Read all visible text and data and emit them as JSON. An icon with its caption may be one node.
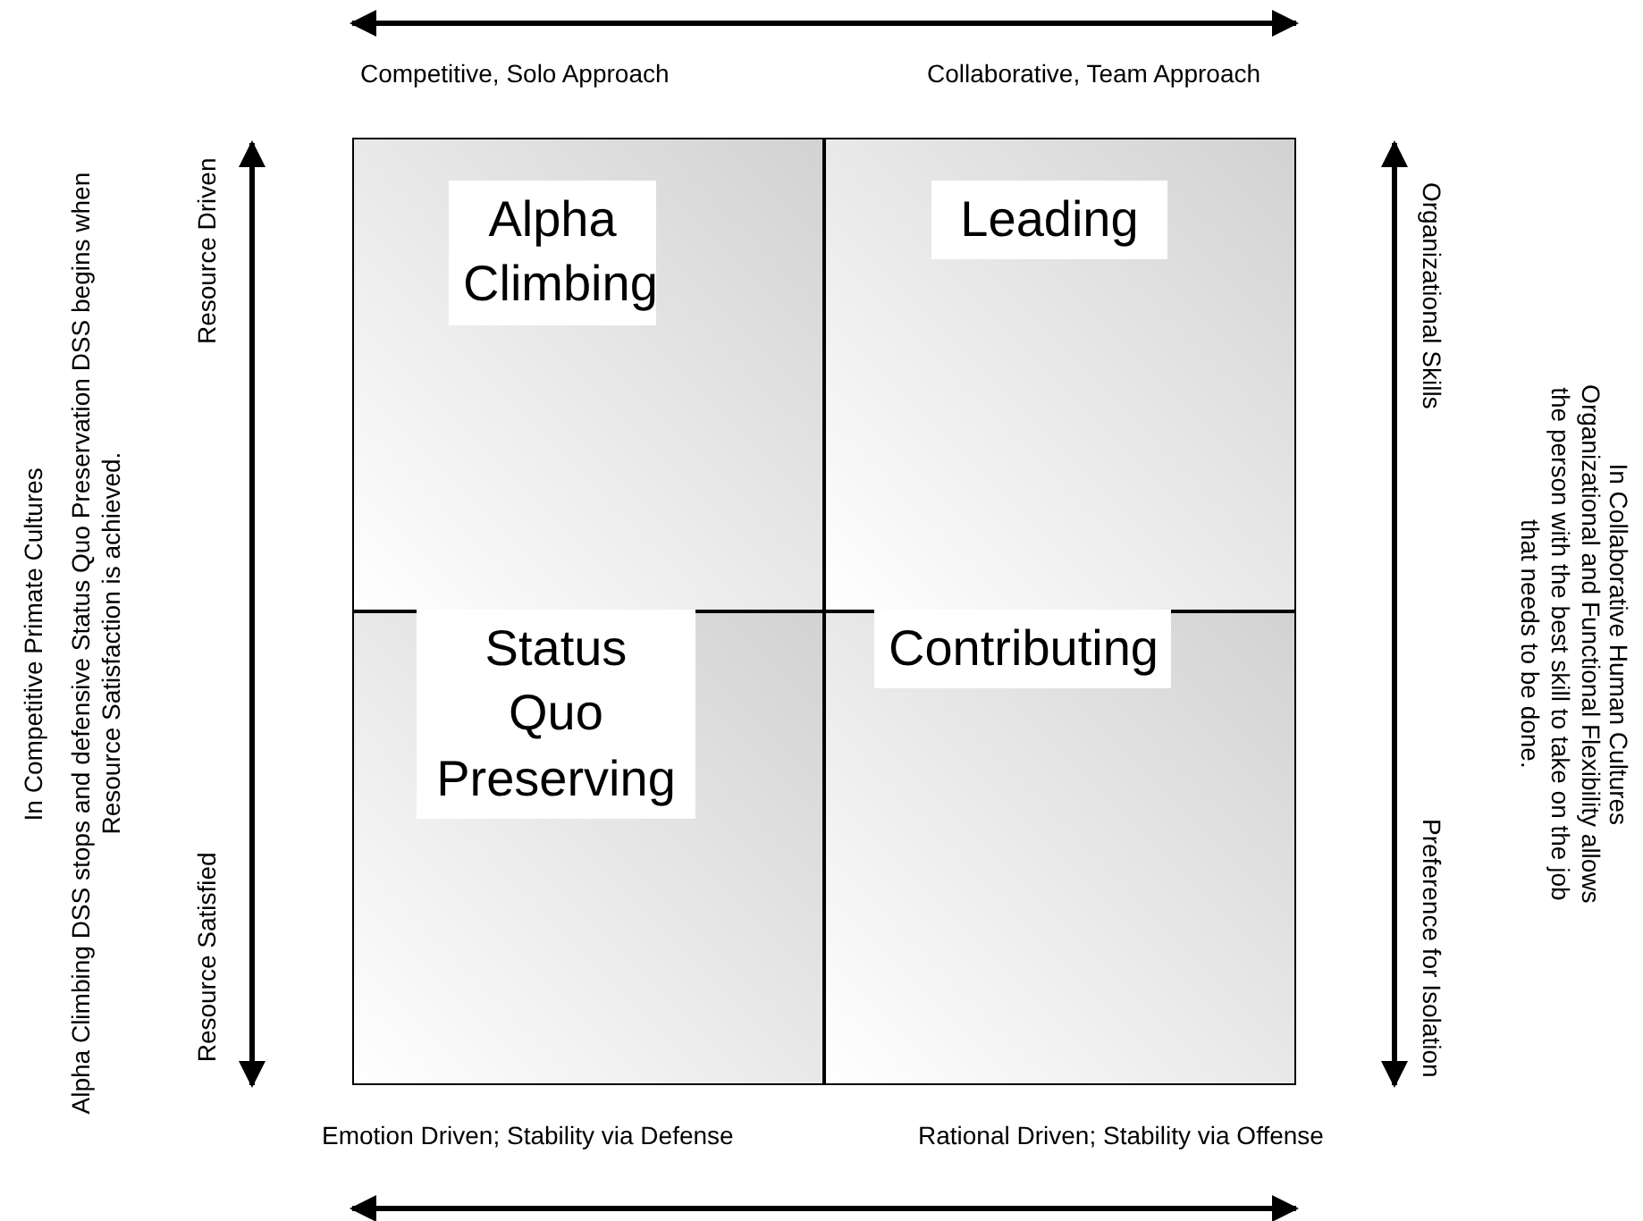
{
  "diagram": {
    "nodes": [
      {
        "text": [
          "Alpha Climbing"
        ]
      },
      {
        "text": [
          "Leading"
        ]
      },
      {
        "text": [
          "Status Quo Preserving"
        ]
      },
      {
        "text": [
          "Contributing"
        ]
      }
    ],
    "edges": [],
    "labels": [
      "Competitive, Solo Approach",
      "Collaborative, Team Approach",
      "In Competitive Primate Cultures",
      "Alpha Climbing DSS stops and defensive Status Quo Preservation DSS begins when Resource Satisfaction is achieved.",
      "Resource Driven",
      "Resource Satisfied",
      "Organizational Skills",
      "Preference for Isolation",
      "In Collaborative Human Cultures",
      "Organizational and Functional Flexibility allows the person with the best skill to take on the job that needs to be done.",
      "Emotion Driven; Stability via Defense",
      "Rational Driven; Stability via Offense"
    ]
  }
}
